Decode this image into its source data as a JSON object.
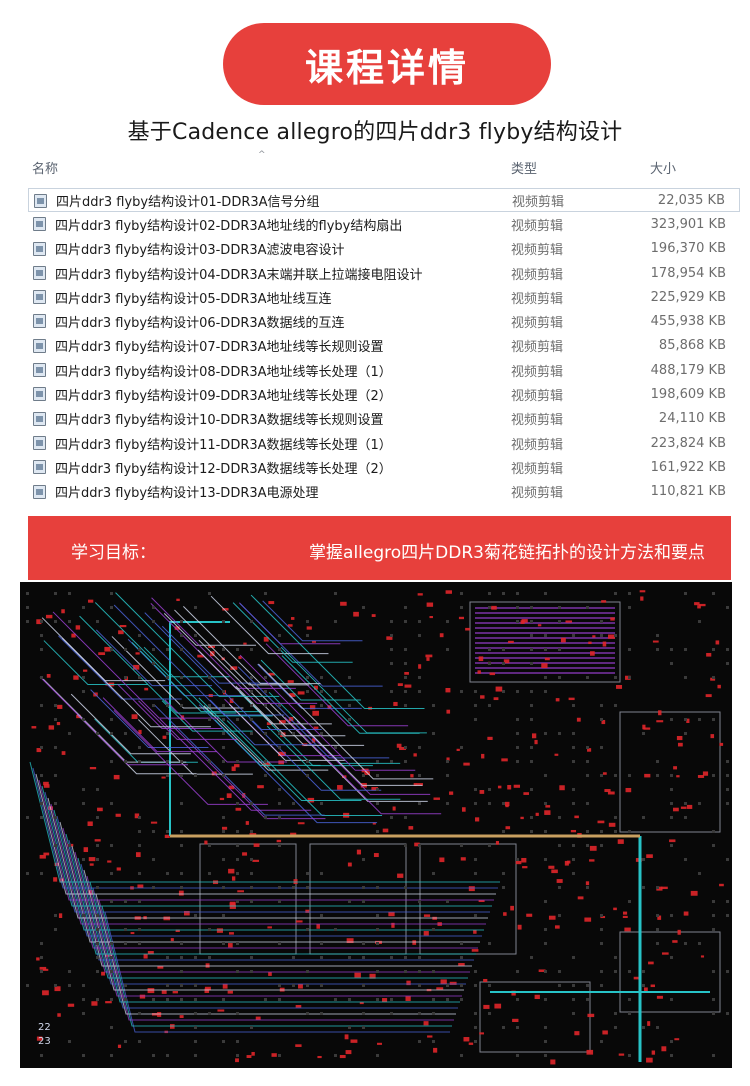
{
  "header": {
    "title": "课程详情",
    "subtitle": "基于Cadence allegro的四片ddr3 flyby结构设计"
  },
  "explorer": {
    "columns": {
      "name": "名称",
      "type": "类型",
      "size": "大小"
    },
    "sort_indicator": "^",
    "files": [
      {
        "name": "四片ddr3 flyby结构设计01-DDR3A信号分组",
        "type": "视频剪辑",
        "size": "22,035 KB"
      },
      {
        "name": "四片ddr3 flyby结构设计02-DDR3A地址线的flyby结构扇出",
        "type": "视频剪辑",
        "size": "323,901 KB"
      },
      {
        "name": "四片ddr3 flyby结构设计03-DDR3A滤波电容设计",
        "type": "视频剪辑",
        "size": "196,370 KB"
      },
      {
        "name": "四片ddr3 flyby结构设计04-DDR3A末端并联上拉端接电阻设计",
        "type": "视频剪辑",
        "size": "178,954 KB"
      },
      {
        "name": "四片ddr3 flyby结构设计05-DDR3A地址线互连",
        "type": "视频剪辑",
        "size": "225,929 KB"
      },
      {
        "name": "四片ddr3 flyby结构设计06-DDR3A数据线的互连",
        "type": "视频剪辑",
        "size": "455,938 KB"
      },
      {
        "name": "四片ddr3 flyby结构设计07-DDR3A地址线等长规则设置",
        "type": "视频剪辑",
        "size": "85,868 KB"
      },
      {
        "name": "四片ddr3 flyby结构设计08-DDR3A地址线等长处理（1）",
        "type": "视频剪辑",
        "size": "488,179 KB"
      },
      {
        "name": "四片ddr3 flyby结构设计09-DDR3A地址线等长处理（2）",
        "type": "视频剪辑",
        "size": "198,609 KB"
      },
      {
        "name": "四片ddr3 flyby结构设计10-DDR3A数据线等长规则设置",
        "type": "视频剪辑",
        "size": "24,110 KB"
      },
      {
        "name": "四片ddr3 flyby结构设计11-DDR3A数据线等长处理（1）",
        "type": "视频剪辑",
        "size": "223,824 KB"
      },
      {
        "name": "四片ddr3 flyby结构设计12-DDR3A数据线等长处理（2）",
        "type": "视频剪辑",
        "size": "161,922 KB"
      },
      {
        "name": "四片ddr3 flyby结构设计13-DDR3A电源处理",
        "type": "视频剪辑",
        "size": "110,821 KB"
      }
    ]
  },
  "goal": {
    "label": "学习目标：",
    "text": "掌握allegro四片DDR3菊花链拓扑的设计方法和要点"
  },
  "pcb": {
    "labels": {
      "bottom_left_1": "22",
      "bottom_left_2": "23"
    },
    "colors": {
      "background": "#080808",
      "trace_cyan": "#27c3c7",
      "trace_blue": "#4a63d8",
      "trace_white": "#cfd6ea",
      "trace_red": "#e0262a",
      "trace_purple": "#9a3fd0",
      "bus_gold": "#c9a060",
      "accent": "#e7403c"
    }
  }
}
